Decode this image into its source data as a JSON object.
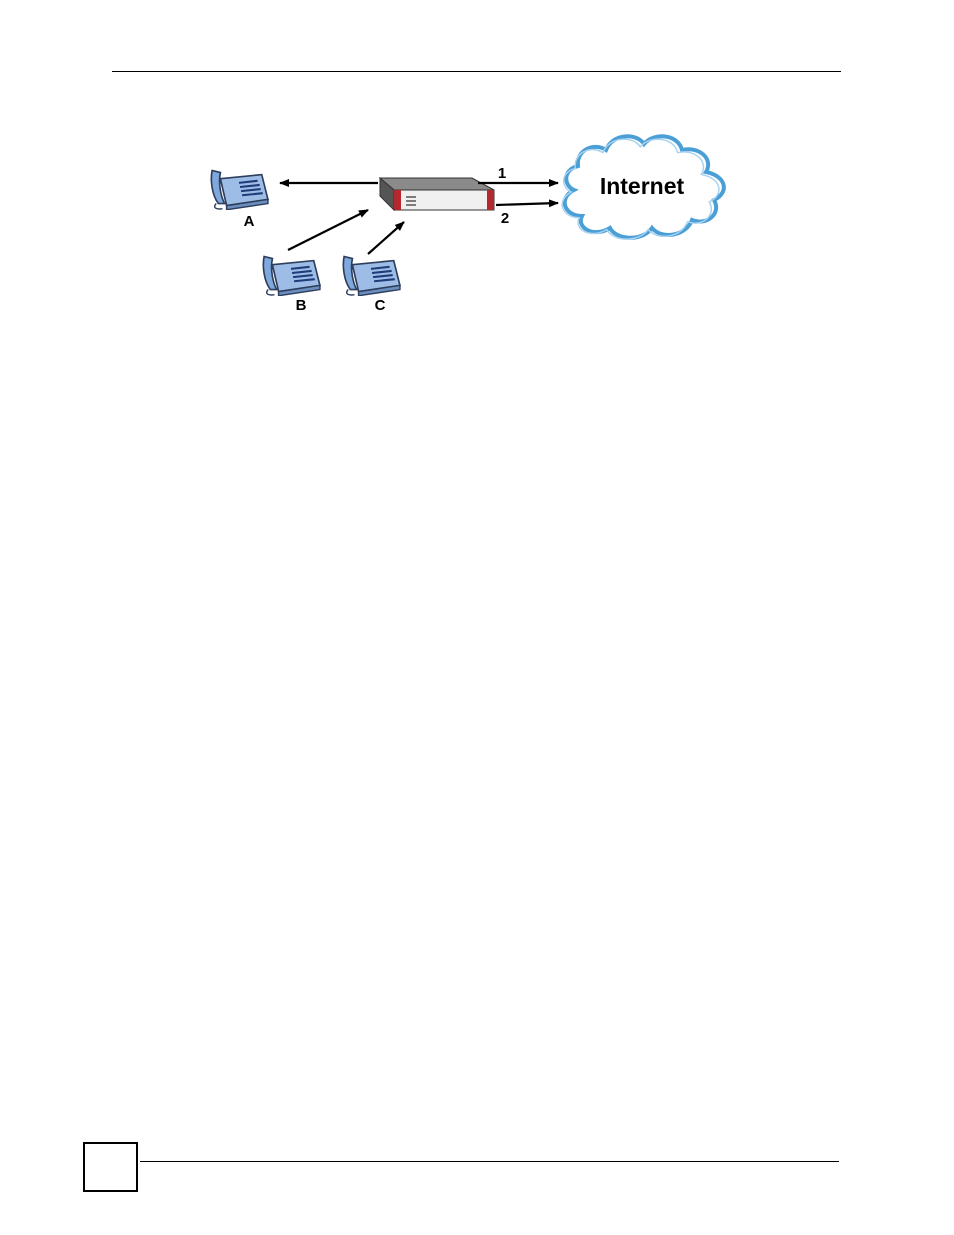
{
  "header": {
    "rule_color": "#000000"
  },
  "figure": {
    "cloud": {
      "label": "Internet",
      "fill_color": "#ffffff",
      "edge_color": "#4a9fd6"
    },
    "device": {
      "icon": "router-icon",
      "body_color": "#e8e8e8",
      "accent_color": "#b5282e"
    },
    "phones": [
      {
        "label": "A",
        "icon": "phone-icon"
      },
      {
        "label": "B",
        "icon": "phone-icon"
      },
      {
        "label": "C",
        "icon": "phone-icon"
      }
    ],
    "links": [
      {
        "label": "1"
      },
      {
        "label": "2"
      }
    ],
    "phone_color": "#7fa8dc"
  },
  "footer": {
    "page_number": ""
  }
}
